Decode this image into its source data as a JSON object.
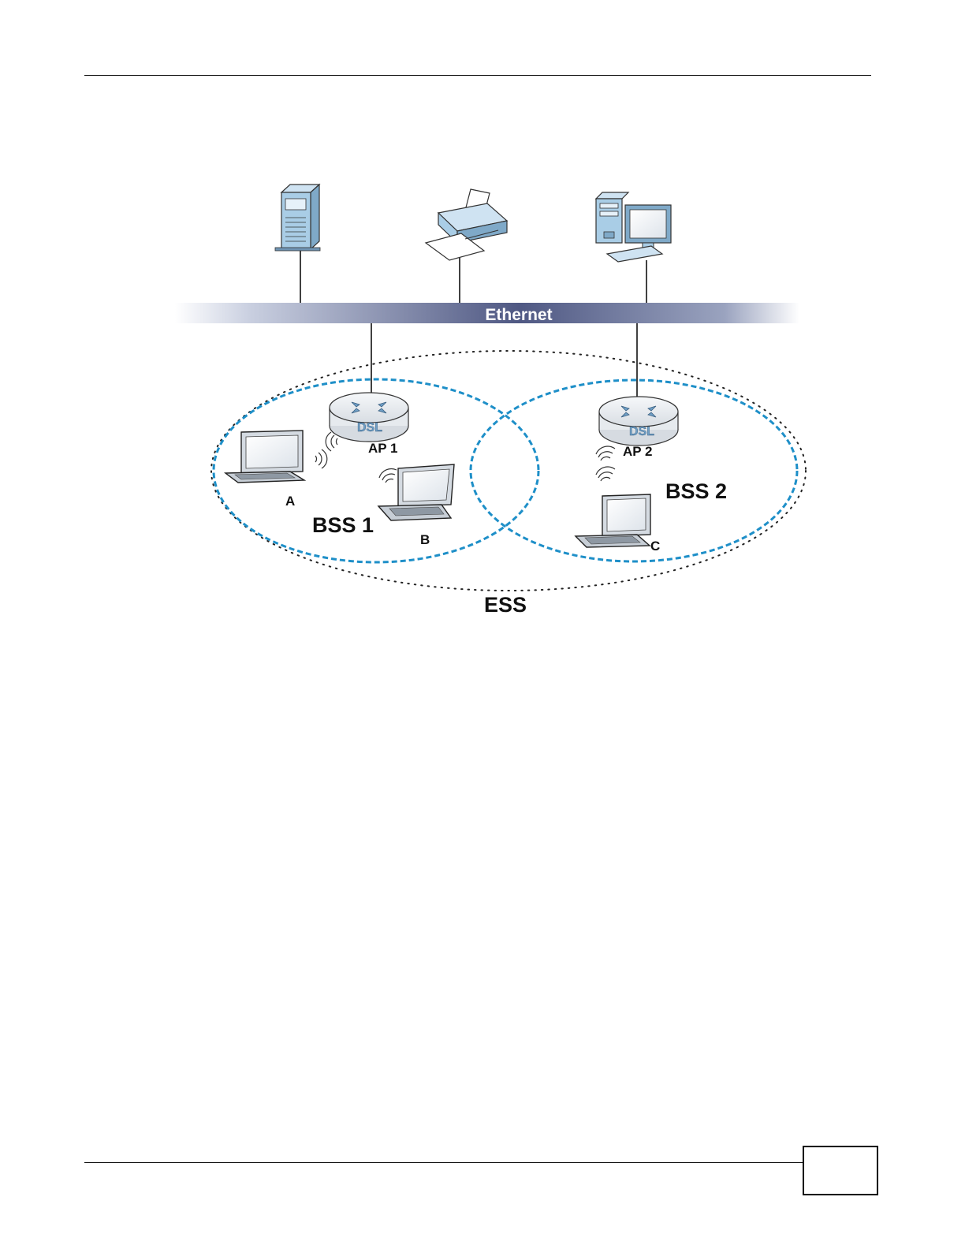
{
  "diagram": {
    "ethernet_label": "Ethernet",
    "ap1": {
      "label": "AP 1",
      "device_text": "DSL"
    },
    "ap2": {
      "label": "AP 2",
      "device_text": "DSL"
    },
    "laptops": {
      "a": "A",
      "b": "B",
      "c": "C"
    },
    "bss1_label": "BSS 1",
    "bss2_label": "BSS 2",
    "ess_label": "ESS",
    "colors": {
      "bss_ring": "#1e8fc8",
      "ethernet_bar": "#4f5883",
      "device_blue": "#a9cde6",
      "router_body": "#eef1f4"
    }
  },
  "page": {
    "page_number": ""
  }
}
